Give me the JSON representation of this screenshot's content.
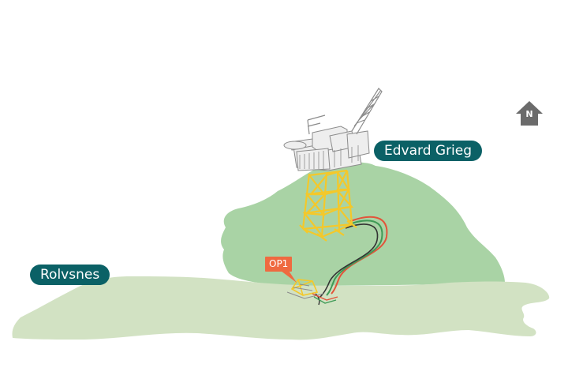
{
  "labels": {
    "edvard_grieg": "Edvard Grieg",
    "rolvsnes": "Rolvsnes",
    "op1": "OP1",
    "north": "N"
  },
  "colors": {
    "label_fill": "#0b6166",
    "tag_fill": "#ef6a40",
    "seabed_dark": "#a9d3a5",
    "seabed_light": "#d2e2c3",
    "jacket": "#f4c82a",
    "topside": "#eeeeee",
    "topside_outline": "#8c8c8c",
    "pipeline_red": "#e2543a",
    "pipeline_green": "#3f9a56",
    "pipeline_dark": "#333333",
    "north_marker": "#6b6b6b"
  },
  "icons": {
    "platform": "offshore-platform-icon",
    "subsea_template": "subsea-template-icon",
    "north": "north-arrow-icon"
  }
}
